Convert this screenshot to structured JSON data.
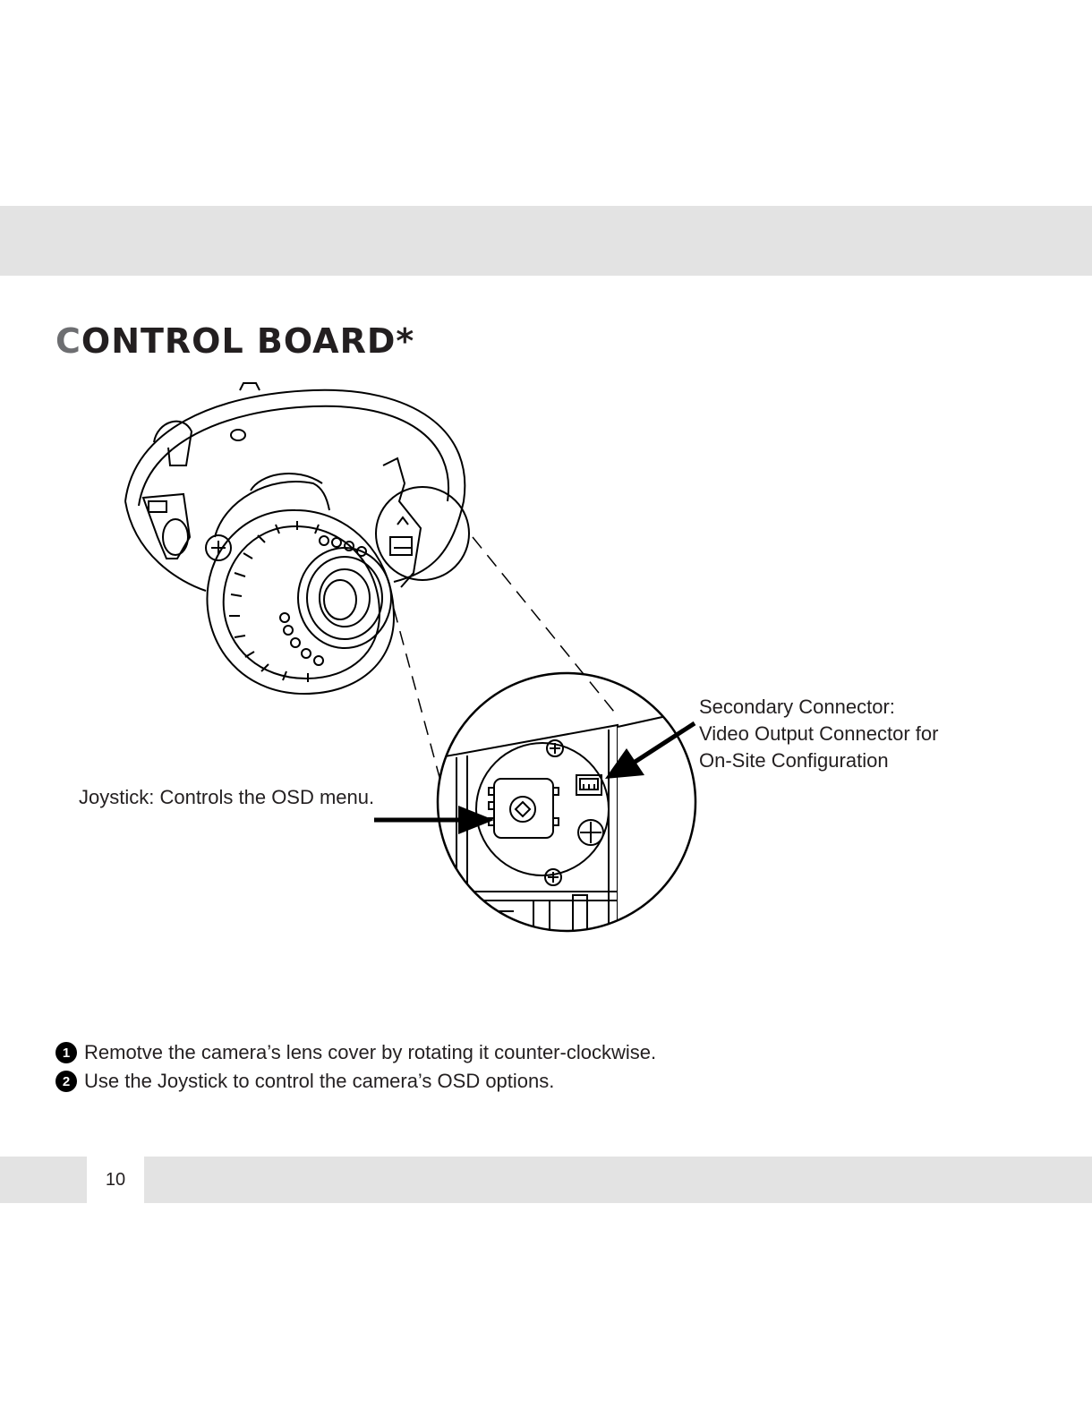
{
  "header": {
    "title_first_letter": "C",
    "title_rest": "ONTROL BOARD*"
  },
  "callouts": {
    "joystick": "Joystick: Controls the OSD menu.",
    "secondary_line1": "Secondary Connector:",
    "secondary_line2": "Video Output Connector for",
    "secondary_line3": "On-Site Configuration"
  },
  "steps": [
    {
      "number": "1",
      "text": "Remotve the camera’s lens cover by rotating it counter-clockwise."
    },
    {
      "number": "2",
      "text": "Use the Joystick to control the camera’s OSD options."
    }
  ],
  "footer": {
    "page_number": "10"
  },
  "colors": {
    "band": "#e3e3e3",
    "title_accent": "#6d6e71",
    "text": "#231f20"
  }
}
